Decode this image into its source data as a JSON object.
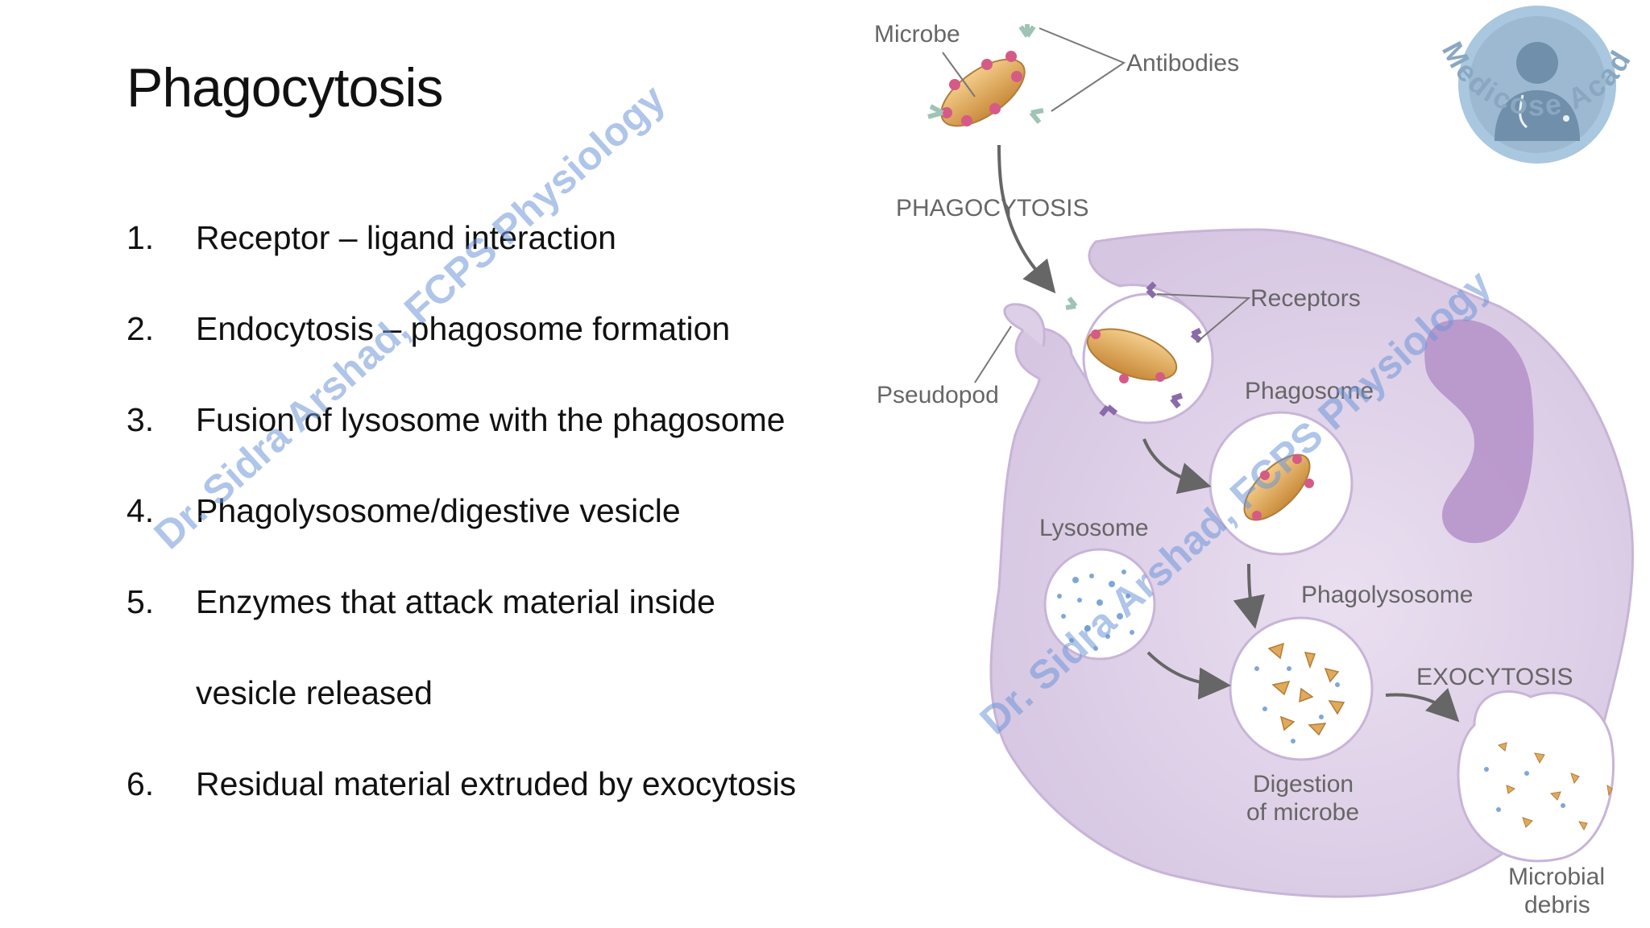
{
  "slide": {
    "title": "Phagocytosis",
    "list": [
      {
        "num": "1.",
        "text": "Receptor – ligand interaction"
      },
      {
        "num": "2.",
        "text": "Endocytosis – phagosome formation"
      },
      {
        "num": "3.",
        "text": "Fusion of lysosome with the phagosome"
      },
      {
        "num": "4.",
        "text": "Phagolysosome/digestive vesicle"
      },
      {
        "num": "5.",
        "text": "Enzymes that attack material inside",
        "continuation": "vesicle released"
      },
      {
        "num": "6.",
        "text": "Residual material extruded by exocytosis"
      }
    ]
  },
  "watermark": {
    "text": "Dr. Sidra Arshad, FCPS Physiology",
    "color": "#6e96d7"
  },
  "logo": {
    "text": "Medicose Academics",
    "icon": "doctor-avatar-icon",
    "color": "#9fbfd8"
  },
  "diagram": {
    "labels": {
      "microbe": "Microbe",
      "antibodies": "Antibodies",
      "phagocytosis": "PHAGOCYTOSIS",
      "receptors": "Receptors",
      "pseudopod": "Pseudopod",
      "phagosome": "Phagosome",
      "lysosome": "Lysosome",
      "phagolysosome": "Phagolysosome",
      "exocytosis": "EXOCYTOSIS",
      "digestion_line1": "Digestion",
      "digestion_line2": "of microbe",
      "debris_line1": "Microbial",
      "debris_line2": "debris"
    },
    "colors": {
      "cell": "#dccfe6",
      "cell_edge": "#c8b4d8",
      "nucleus": "#b48fc8",
      "microbe": "#e2a95a",
      "dots": "#d65a86",
      "antibody": "#9fc4b4",
      "receptor": "#8a6aa8",
      "lysosome_dots": "#7fa7d6",
      "label": "#666666"
    }
  }
}
